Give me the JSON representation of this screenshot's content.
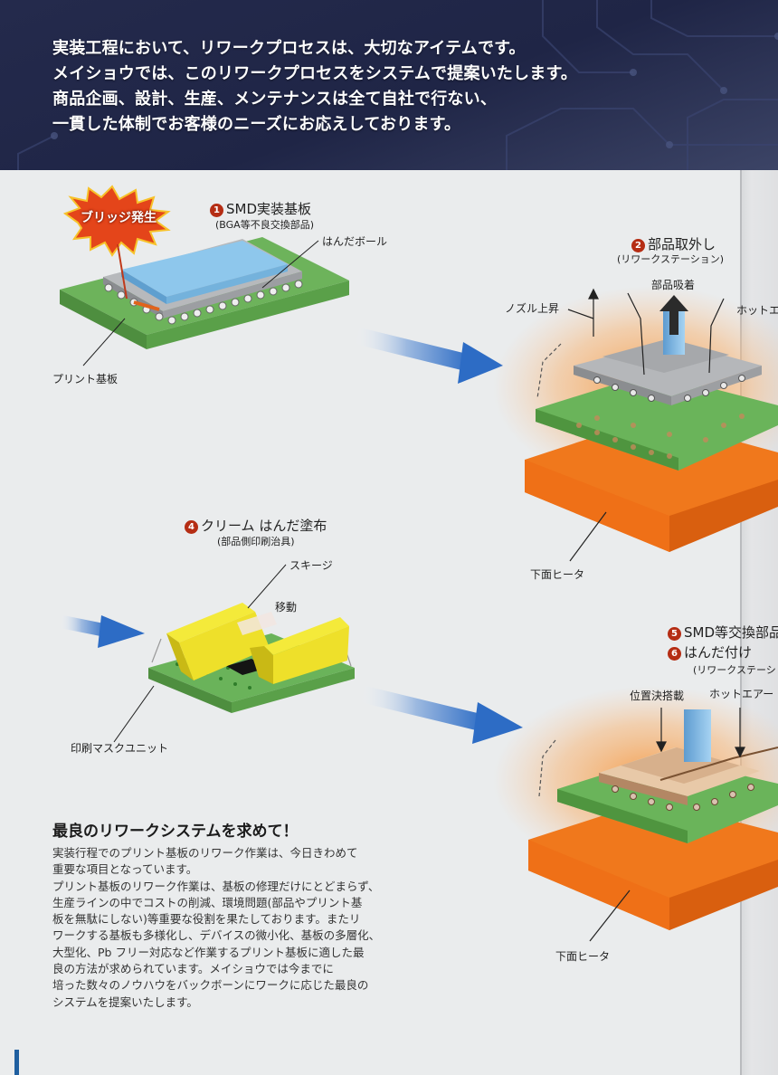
{
  "intro": {
    "lines": [
      "実装工程において、リワークプロセスは、大切なアイテムです。",
      "メイショウでは、このリワークプロセスをシステムで提案いたします。",
      "商品企画、設計、生産、メンテナンスは全て自社で行ない、",
      "一貫した体制でお客様のニーズにお応えしております。"
    ]
  },
  "steps": {
    "s1": {
      "num": "1",
      "title": "SMD実装基板",
      "sub": "(BGA等不良交換部品)"
    },
    "s2": {
      "num": "2",
      "title": "部品取外し",
      "sub": "(リワークステーション)"
    },
    "s4": {
      "num": "4",
      "title": "クリーム はんだ塗布",
      "sub": "(部品側印刷治具)"
    },
    "s5": {
      "num": "5",
      "title": "SMD等交換部品"
    },
    "s6": {
      "num": "6",
      "title": "はんだ付け",
      "sub": "(リワークステーシ"
    }
  },
  "labels": {
    "burst": "ブリッジ発生",
    "solder_ball": "はんだボール",
    "pcb": "プリント基板",
    "nozzle_up": "ノズル上昇",
    "part_suction": "部品吸着",
    "hot_air_top": "ホットエ",
    "lower_heater_1": "下面ヒータ",
    "squeegee": "スキージ",
    "move": "移動",
    "print_mask": "印刷マスクユニット",
    "placement": "位置決搭載",
    "hot_air_2": "ホットエアー",
    "lower_heater_2": "下面ヒータ"
  },
  "best": {
    "heading": "最良のリワークシステムを求めて！",
    "lines": [
      "実装行程でのプリント基板のリワーク作業は、今日きわめて",
      "重要な項目となっています。",
      "プリント基板のリワーク作業は、基板の修理だけにとどまらず、",
      "生産ラインの中でコストの削減、環境問題(部品やプリント基",
      "板を無駄にしない)等重要な役割を果たしております。またリ",
      "ワークする基板も多様化し、デバイスの微小化、基板の多層化、",
      "大型化、Pb フリー対応など作業するプリント基板に適した最",
      "良の方法が求められています。メイショウでは今までに",
      "培った数々のノウハウをバックボーンにワークに応じた最良の",
      "システムを提案いたします。"
    ]
  },
  "colors": {
    "banner": "#22284a",
    "board_green": "#6cb25a",
    "chip_blue": "#8cc7ee",
    "heater_orange": "#f0781c",
    "glow": "#f6a85a",
    "squeegee_yellow": "#f2e624",
    "arrow_blue": "#2f6fc6",
    "step_number_red": "#b52d14"
  }
}
